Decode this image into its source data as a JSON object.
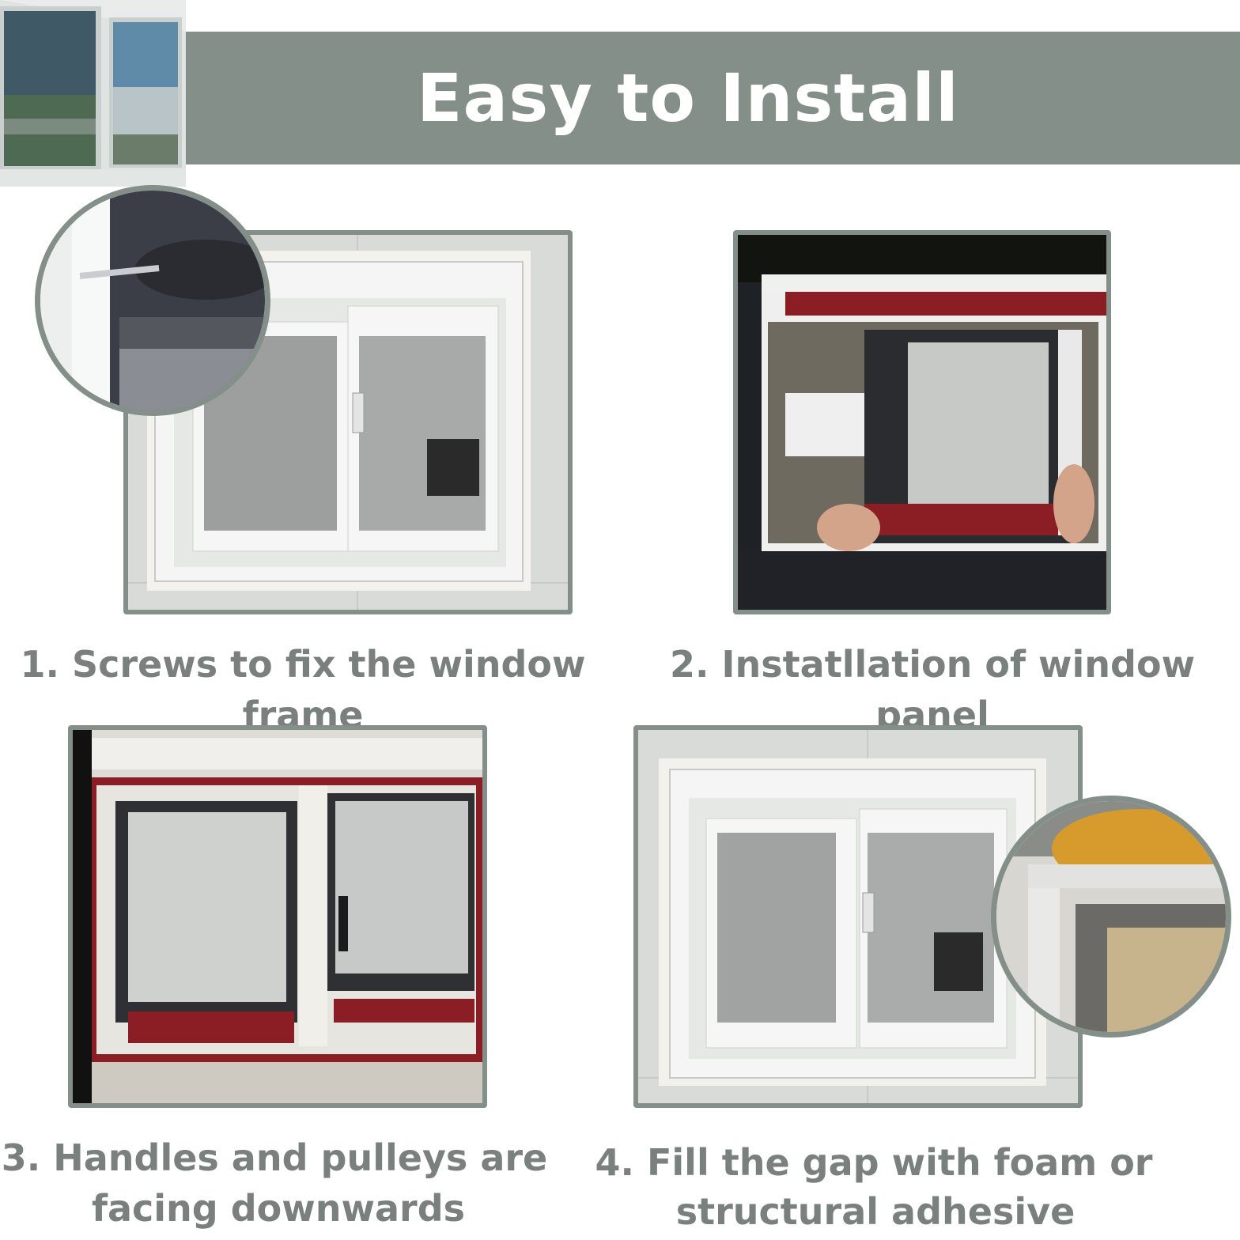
{
  "header": {
    "title": "Easy to Install"
  },
  "steps": [
    {
      "caption": "1. Screws to fix the window frame"
    },
    {
      "caption": "2. Instatllation of window panel"
    },
    {
      "caption_line1": "3. Handles and pulleys are",
      "caption_line2": "facing downwards"
    },
    {
      "caption_line1": "4. Fill the gap with foam or",
      "caption_line2": "structural adhesive"
    }
  ],
  "colors": {
    "accent": "#858f8a",
    "caption": "#7a807d",
    "frame_film": "#8b1e24"
  },
  "icons": [
    "drill-closeup-icon",
    "adhesive-closeup-icon"
  ]
}
